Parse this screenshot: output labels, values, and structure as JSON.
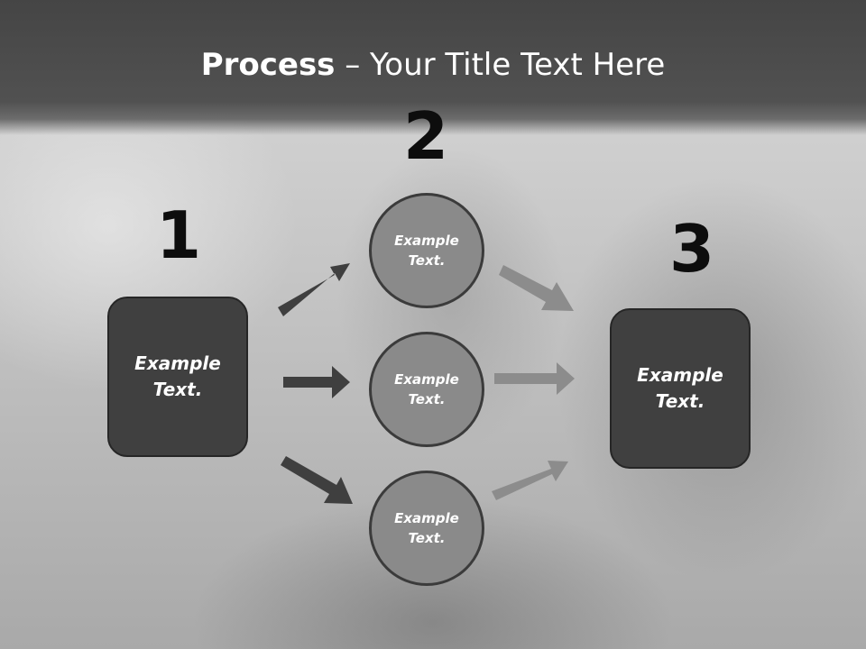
{
  "title": {
    "bold": "Process",
    "rest": " – Your Title Text Here"
  },
  "steps": {
    "one": {
      "number": "1",
      "text": "Example Text."
    },
    "two": {
      "number": "2",
      "circles": [
        {
          "text": "Example Text."
        },
        {
          "text": "Example Text."
        },
        {
          "text": "Example Text."
        }
      ]
    },
    "three": {
      "number": "3",
      "text": "Example Text."
    }
  },
  "colors": {
    "title_bar": "#4a4a4a",
    "box_fill": "#404040",
    "circle_fill": "#8a8a8a",
    "arrow_dark": "#3f3f3f",
    "arrow_light": "#8c8c8c"
  }
}
